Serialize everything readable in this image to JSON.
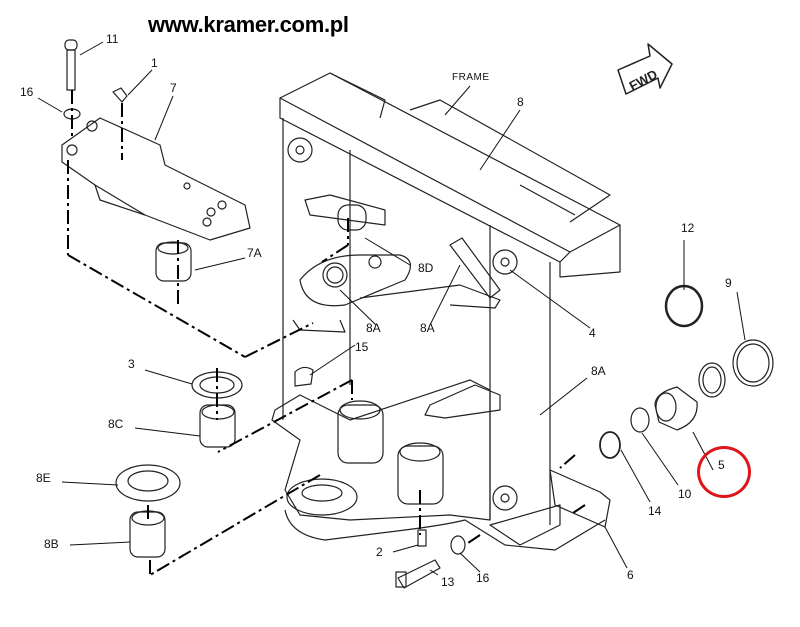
{
  "website": "www.kramer.com.pl",
  "direction_marker": "FWD",
  "frame_label": "FRAME",
  "highlight_color": "#e0141c",
  "highlighted_part": "5",
  "callouts": {
    "p11": "11",
    "p1": "1",
    "p7": "7",
    "p16a": "16",
    "p8": "8",
    "p12": "12",
    "p9": "9",
    "p7A": "7A",
    "p8D": "8D",
    "p8A1": "8A",
    "p8A2": "8A",
    "p4": "4",
    "p15": "15",
    "p3": "3",
    "p8A3": "8A",
    "p8C": "8C",
    "p8E": "8E",
    "p5": "5",
    "p14": "14",
    "p10": "10",
    "p8B": "8B",
    "p2": "2",
    "p13": "13",
    "p16b": "16",
    "p6": "6"
  }
}
